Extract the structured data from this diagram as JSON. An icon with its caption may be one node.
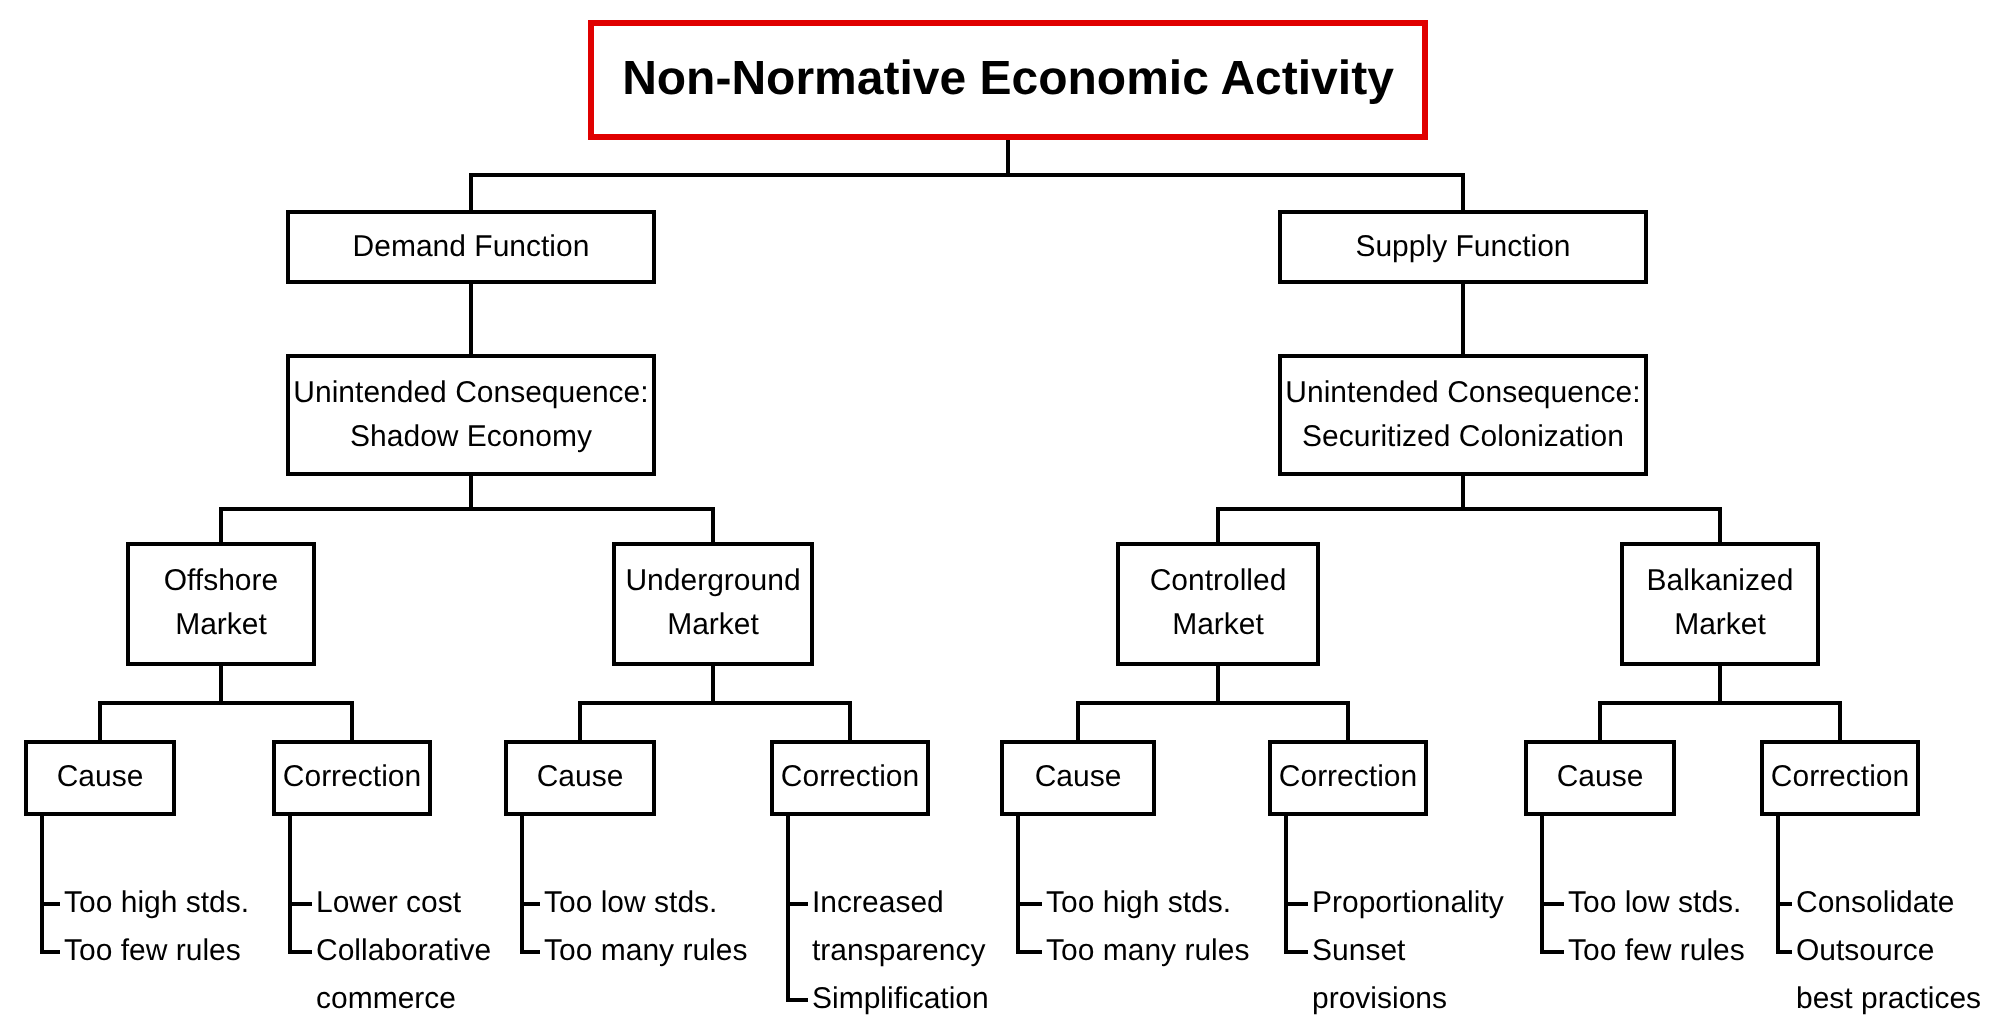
{
  "diagram": {
    "nodes": [
      {
        "text": [
          "Non-Normative Economic Activity"
        ]
      },
      {
        "text": [
          "Demand Function"
        ]
      },
      {
        "text": [
          "Supply Function"
        ]
      },
      {
        "text": [
          "Unintended Consequence: Shadow Economy"
        ]
      },
      {
        "text": [
          "Unintended Consequence: Securitized Colonization"
        ]
      },
      {
        "text": [
          "Offshore Market"
        ]
      },
      {
        "text": [
          "Underground Market"
        ]
      },
      {
        "text": [
          "Controlled Market"
        ]
      },
      {
        "text": [
          "Balkanized Market"
        ]
      },
      {
        "text": [
          "Cause"
        ]
      },
      {
        "text": [
          "Correction"
        ]
      },
      {
        "text": [
          "Cause"
        ]
      },
      {
        "text": [
          "Correction"
        ]
      },
      {
        "text": [
          "Cause"
        ]
      },
      {
        "text": [
          "Correction"
        ]
      },
      {
        "text": [
          "Cause"
        ]
      },
      {
        "text": [
          "Correction"
        ]
      },
      {
        "text": [
          "Too high stds."
        ]
      },
      {
        "text": [
          "Too few rules"
        ]
      },
      {
        "text": [
          "Lower cost"
        ]
      },
      {
        "text": [
          "Collaborative commerce"
        ]
      },
      {
        "text": [
          "Too low stds."
        ]
      },
      {
        "text": [
          "Too many rules"
        ]
      },
      {
        "text": [
          "Increased transparency"
        ]
      },
      {
        "text": [
          "Simplification"
        ]
      },
      {
        "text": [
          "Too high stds."
        ]
      },
      {
        "text": [
          "Too many rules"
        ]
      },
      {
        "text": [
          "Proportionality"
        ]
      },
      {
        "text": [
          "Sunset provisions"
        ]
      },
      {
        "text": [
          "Too low stds."
        ]
      },
      {
        "text": [
          "Too few rules"
        ]
      },
      {
        "text": [
          "Consolidate"
        ]
      },
      {
        "text": [
          "Outsource best practices"
        ]
      }
    ],
    "edges": [
      {
        "from": 0,
        "to": 1,
        "arrow": "none"
      },
      {
        "from": 0,
        "to": 2,
        "arrow": "none"
      },
      {
        "from": 1,
        "to": 3,
        "arrow": "none"
      },
      {
        "from": 2,
        "to": 4,
        "arrow": "none"
      },
      {
        "from": 3,
        "to": 5,
        "arrow": "none"
      },
      {
        "from": 3,
        "to": 6,
        "arrow": "none"
      },
      {
        "from": 4,
        "to": 7,
        "arrow": "none"
      },
      {
        "from": 4,
        "to": 8,
        "arrow": "none"
      },
      {
        "from": 5,
        "to": 9,
        "arrow": "none"
      },
      {
        "from": 5,
        "to": 10,
        "arrow": "none"
      },
      {
        "from": 6,
        "to": 11,
        "arrow": "none"
      },
      {
        "from": 6,
        "to": 12,
        "arrow": "none"
      },
      {
        "from": 7,
        "to": 13,
        "arrow": "none"
      },
      {
        "from": 7,
        "to": 14,
        "arrow": "none"
      },
      {
        "from": 8,
        "to": 15,
        "arrow": "none"
      },
      {
        "from": 8,
        "to": 16,
        "arrow": "none"
      },
      {
        "from": 9,
        "to": 17,
        "arrow": "none"
      },
      {
        "from": 9,
        "to": 18,
        "arrow": "none"
      },
      {
        "from": 10,
        "to": 19,
        "arrow": "none"
      },
      {
        "from": 10,
        "to": 20,
        "arrow": "none"
      },
      {
        "from": 11,
        "to": 21,
        "arrow": "none"
      },
      {
        "from": 11,
        "to": 22,
        "arrow": "none"
      },
      {
        "from": 12,
        "to": 23,
        "arrow": "none"
      },
      {
        "from": 12,
        "to": 24,
        "arrow": "none"
      },
      {
        "from": 13,
        "to": 25,
        "arrow": "none"
      },
      {
        "from": 13,
        "to": 26,
        "arrow": "none"
      },
      {
        "from": 14,
        "to": 27,
        "arrow": "none"
      },
      {
        "from": 14,
        "to": 28,
        "arrow": "none"
      },
      {
        "from": 15,
        "to": 29,
        "arrow": "none"
      },
      {
        "from": 15,
        "to": 30,
        "arrow": "none"
      },
      {
        "from": 16,
        "to": 31,
        "arrow": "none"
      },
      {
        "from": 16,
        "to": 32,
        "arrow": "none"
      }
    ]
  }
}
